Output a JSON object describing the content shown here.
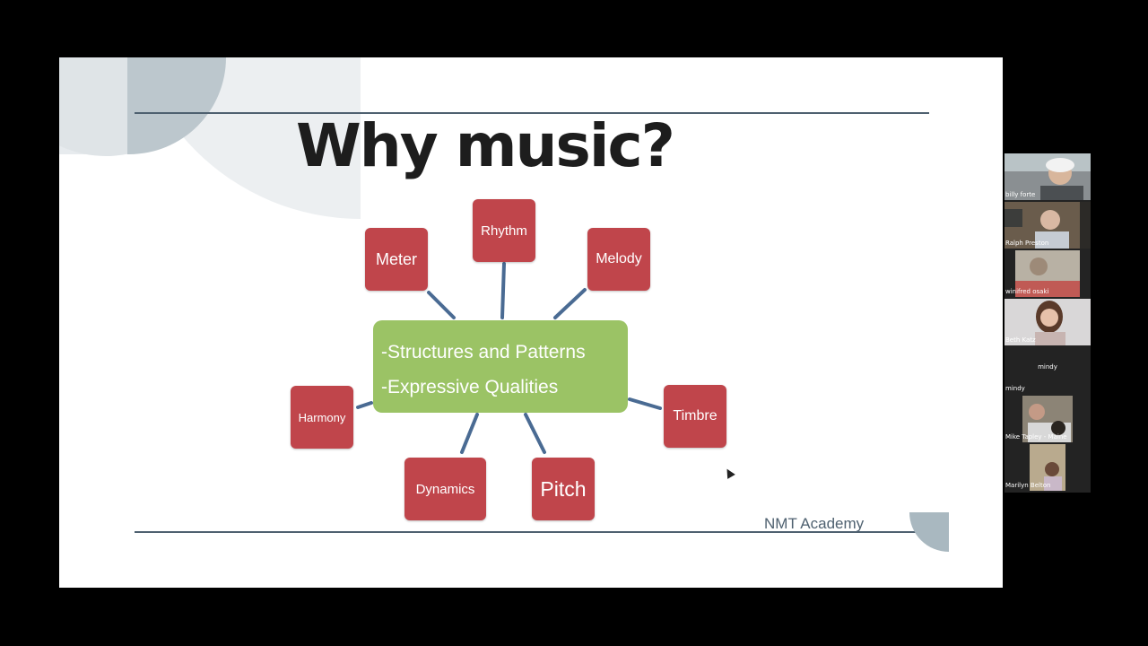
{
  "slide": {
    "title": "Why music?",
    "center_lines": [
      "-Structures and Patterns",
      "-Expressive Qualities"
    ],
    "nodes": {
      "rhythm": "Rhythm",
      "meter": "Meter",
      "melody": "Melody",
      "harmony": "Harmony",
      "timbre": "Timbre",
      "dynamics": "Dynamics",
      "pitch": "Pitch"
    },
    "footer": "NMT Academy"
  },
  "participants": [
    {
      "name": "billy forte"
    },
    {
      "name": "Ralph Preston"
    },
    {
      "name": "winifred osaki"
    },
    {
      "name": "Beth Katz"
    },
    {
      "name": "mindy",
      "center_name": "mindy"
    },
    {
      "name": "Mike Tapley - Maine"
    },
    {
      "name": "Marilyn Belton"
    }
  ],
  "colors": {
    "node": "#c0454b",
    "center": "#9bc365",
    "connector": "#4a6b93",
    "rule": "#4f6170"
  }
}
